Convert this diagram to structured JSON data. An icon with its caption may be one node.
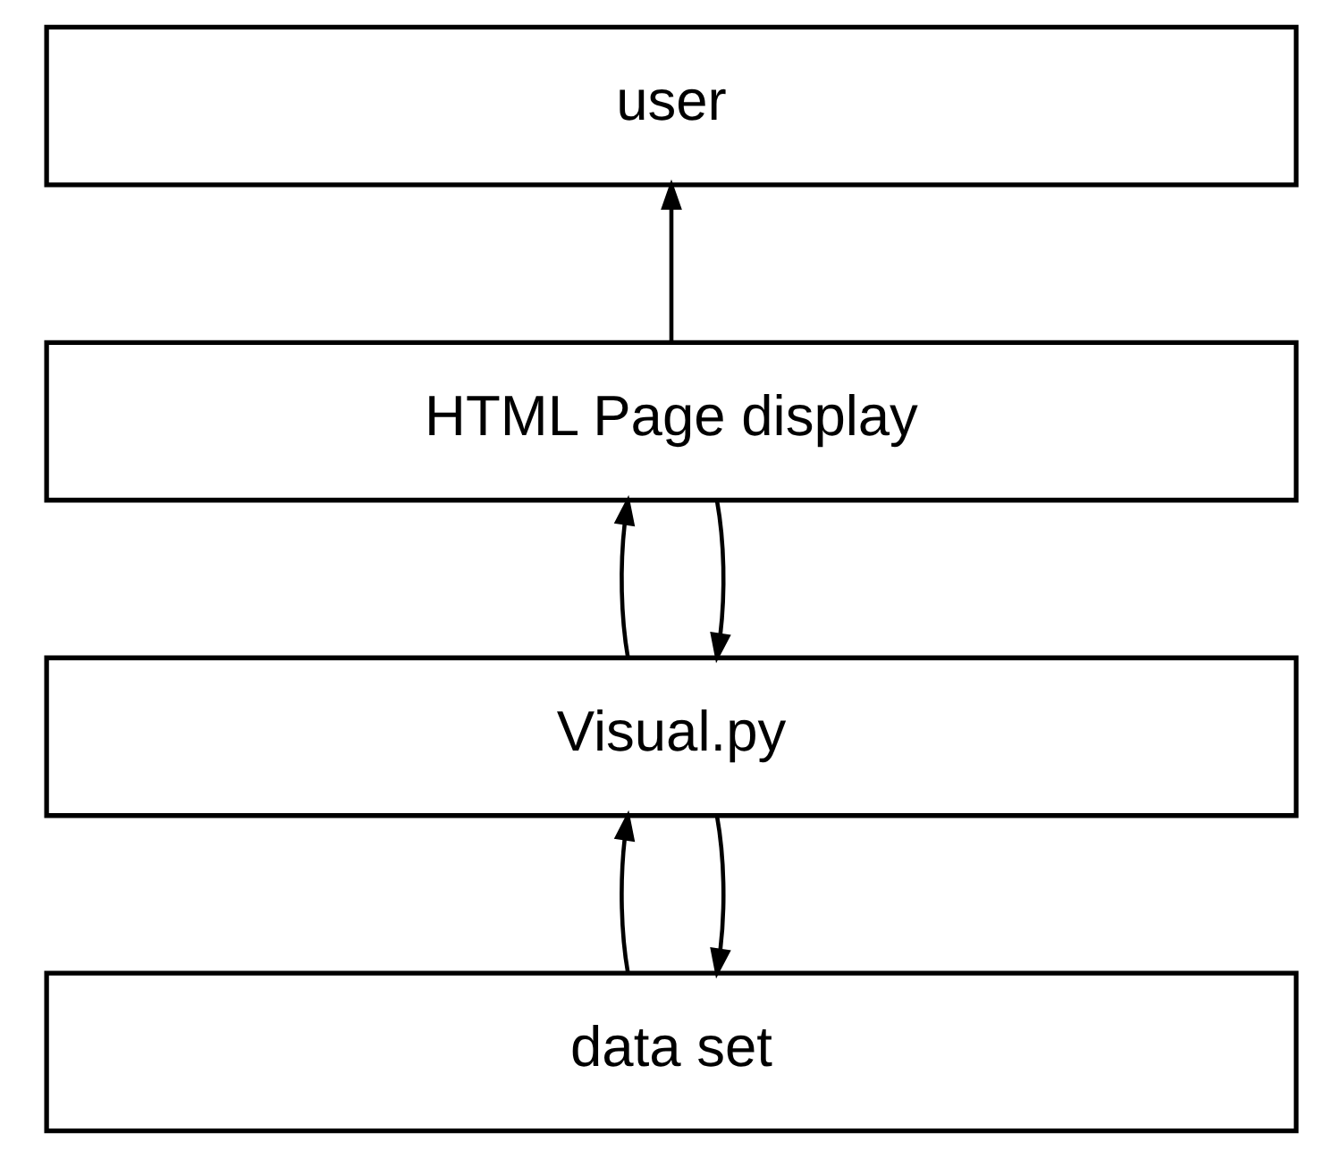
{
  "diagram": {
    "nodes": [
      {
        "text": [
          "user"
        ]
      },
      {
        "text": [
          "HTML Page display"
        ]
      },
      {
        "text": [
          "Visual.py"
        ]
      },
      {
        "text": [
          "data set"
        ]
      }
    ],
    "edges": [
      {
        "from": 1,
        "to": 0,
        "arrow": "to"
      },
      {
        "from": 1,
        "to": 2,
        "arrow": "to"
      },
      {
        "from": 2,
        "to": 1,
        "arrow": "to"
      },
      {
        "from": 2,
        "to": 3,
        "arrow": "to"
      },
      {
        "from": 3,
        "to": 2,
        "arrow": "to"
      }
    ]
  }
}
